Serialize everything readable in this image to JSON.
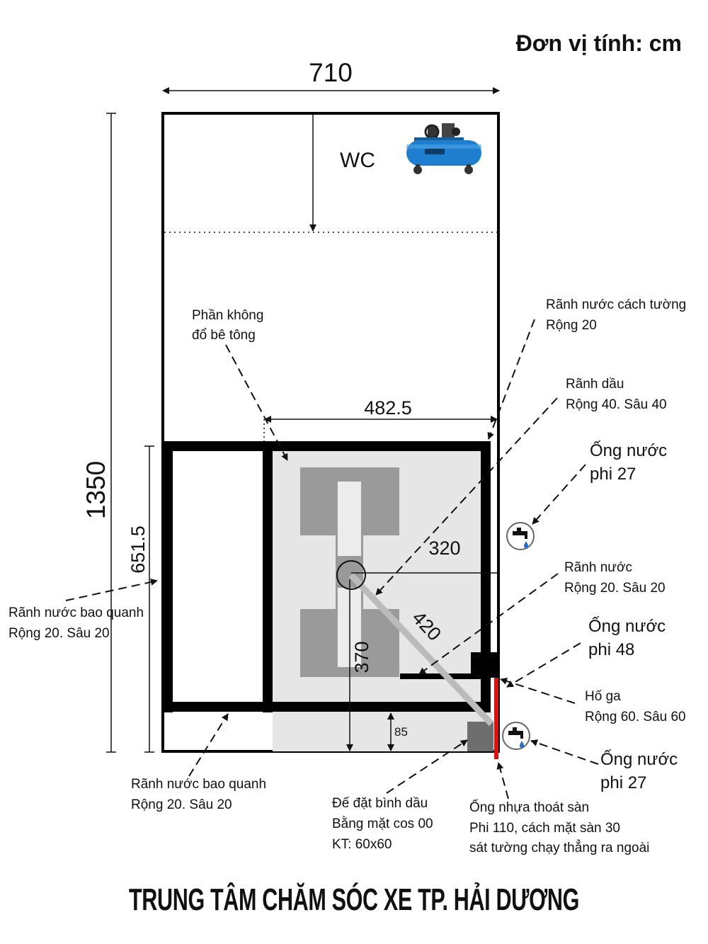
{
  "header": {
    "unit": "Đơn vị tính: cm"
  },
  "title": "TRUNG TÂM CHĂM SÓC XE TP. HẢI DƯƠNG",
  "room": {
    "wc_label": "WC"
  },
  "dimensions": {
    "total_width": "710",
    "total_length": "1350",
    "inner_width": "482.5",
    "left_length": "651.5",
    "pit_to_wall": "320",
    "diagonal": "420",
    "pit_to_bottom": "370",
    "base_depth": "85"
  },
  "annotations": {
    "no_concrete": [
      "Phần không",
      "đổ bê tông"
    ],
    "wall_drain": [
      "Rãnh nước cách tường",
      "Rộng 20"
    ],
    "oil_drain": [
      "Rãnh dầu",
      "Rộng 40. Sâu 40"
    ],
    "pipe_top": [
      "Ống nước",
      "phi 27"
    ],
    "water_drain": [
      "Rãnh nước",
      "Rộng 20. Sâu 20"
    ],
    "pipe_48": [
      "Ống nước",
      "phi 48"
    ],
    "manhole": [
      "Hố ga",
      "Rộng 60. Sâu 60"
    ],
    "pipe_bottom": [
      "Ống nước",
      "phi 27"
    ],
    "perimeter_left": [
      "Rãnh nước bao quanh",
      "Rộng 20. Sâu 20"
    ],
    "perimeter_bottom": [
      "Rãnh nước bao quanh",
      "Rộng 20. Sâu 20"
    ],
    "oil_base": [
      "Đế đặt bình dầu",
      "Bằng mặt cos 00",
      "KT: 60x60"
    ],
    "floor_pipe": [
      "Ống nhựa thoát sàn",
      "Phi 110, cách mặt sàn 30",
      "sát tường chạy thẳng ra ngoài"
    ]
  },
  "icons": {
    "compressor": "air-compressor-icon",
    "faucet": "faucet-icon"
  },
  "colors": {
    "wall": "#000000",
    "floor": "#e6e6e6",
    "lift_pad": "#9a9a9a",
    "drain_pipe": "#e01010",
    "compressor": "#1e7fd0"
  }
}
